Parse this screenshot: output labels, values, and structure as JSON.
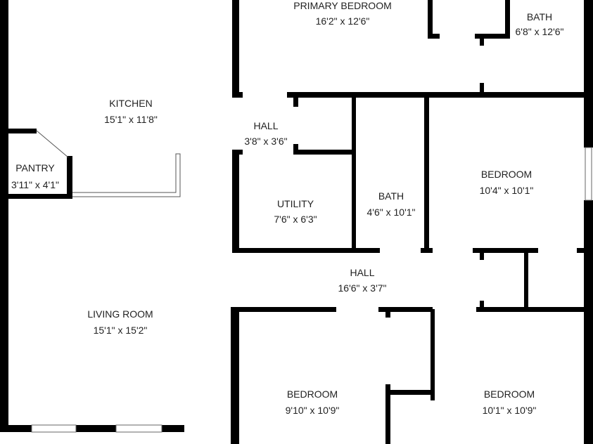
{
  "rooms": {
    "primary_bedroom": {
      "name": "PRIMARY BEDROOM",
      "size": "16'2\" x 12'6\""
    },
    "primary_bath": {
      "name": "BATH",
      "size": "6'8\" x 12'6\""
    },
    "kitchen": {
      "name": "KITCHEN",
      "size": "15'1\" x 11'8\""
    },
    "hall_small": {
      "name": "HALL",
      "size": "3'8\" x 3'6\""
    },
    "pantry": {
      "name": "PANTRY",
      "size": "3'11\" x 4'1\""
    },
    "utility": {
      "name": "UTILITY",
      "size": "7'6\" x 6'3\""
    },
    "bath": {
      "name": "BATH",
      "size": "4'6\" x 10'1\""
    },
    "bedroom_east": {
      "name": "BEDROOM",
      "size": "10'4\" x 10'1\""
    },
    "hall": {
      "name": "HALL",
      "size": "16'6\" x 3'7\""
    },
    "living_room": {
      "name": "LIVING ROOM",
      "size": "15'1\" x 15'2\""
    },
    "bedroom_sw": {
      "name": "BEDROOM",
      "size": "9'10\" x 10'9\""
    },
    "bedroom_se": {
      "name": "BEDROOM",
      "size": "10'1\" x 10'9\""
    }
  }
}
